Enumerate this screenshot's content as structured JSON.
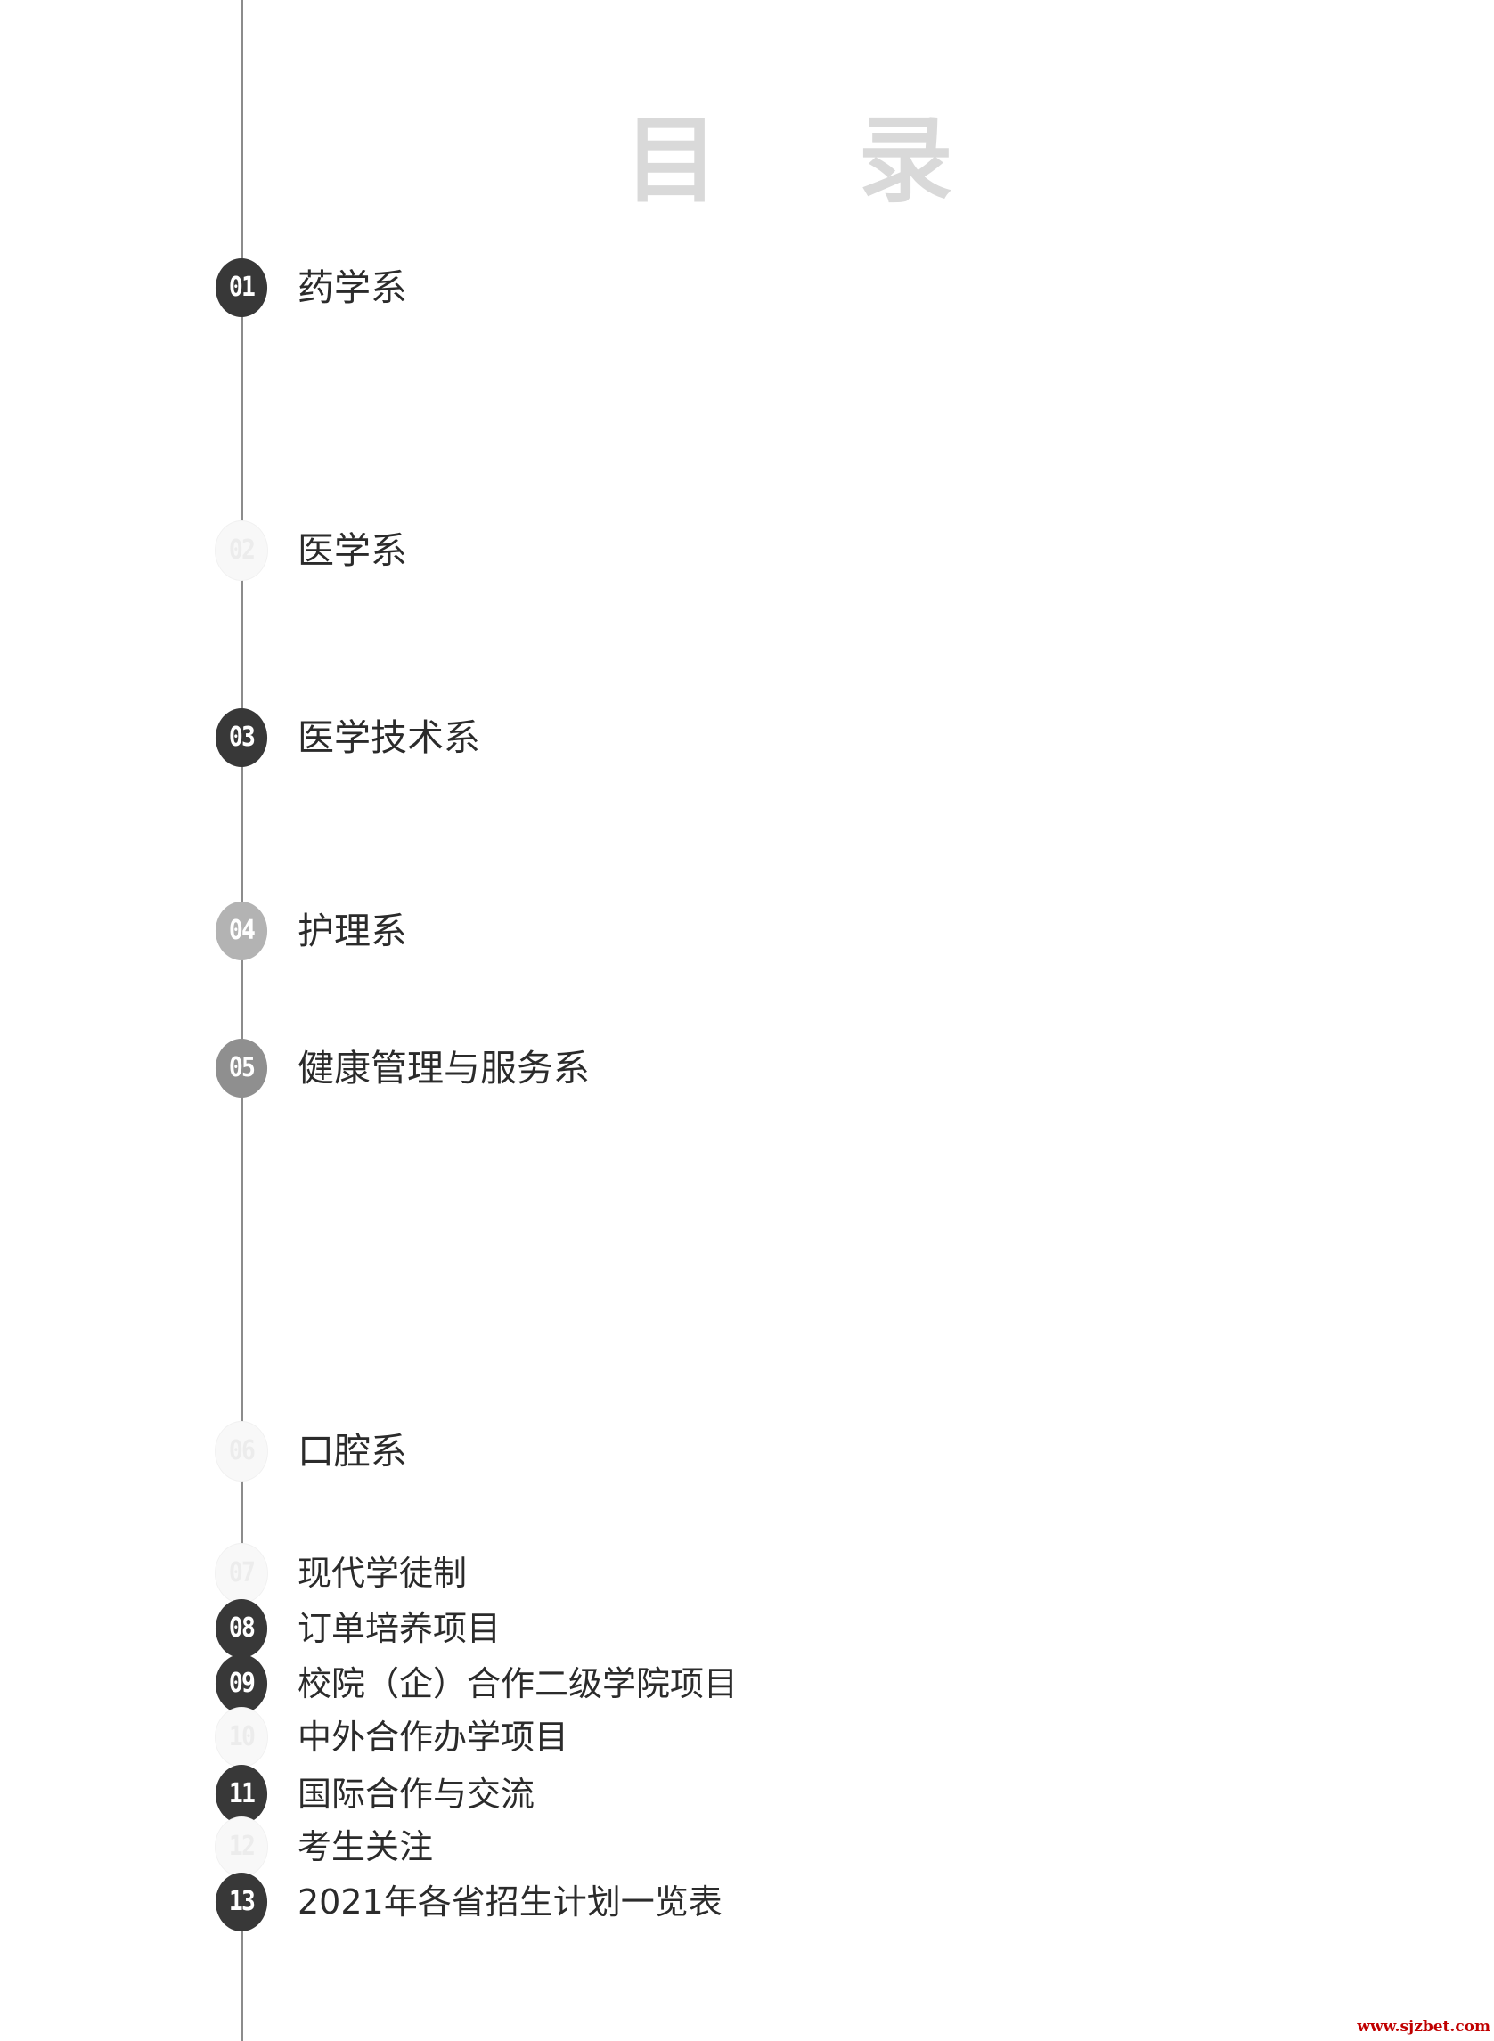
{
  "page": {
    "title": "目 录"
  },
  "entries": [
    {
      "number": "01",
      "label": "药学系"
    },
    {
      "number": "02",
      "label": "医学系"
    },
    {
      "number": "03",
      "label": "医学技术系"
    },
    {
      "number": "04",
      "label": "护理系"
    },
    {
      "number": "05",
      "label": "健康管理与服务系"
    },
    {
      "number": "06",
      "label": "口腔系"
    },
    {
      "number": "07",
      "label": "现代学徒制"
    },
    {
      "number": "08",
      "label": "订单培养项目"
    },
    {
      "number": "09",
      "label": "校院（企）合作二级学院项目"
    },
    {
      "number": "10",
      "label": "中外合作办学项目"
    },
    {
      "number": "11",
      "label": "国际合作与交流"
    },
    {
      "number": "12",
      "label": "考生关注"
    },
    {
      "number": "13",
      "label": "2021年各省招生计划一览表"
    }
  ],
  "colors": {
    "badge_dark": "#383838",
    "badge_mid": "#8f8f8f",
    "badge_light": "#b3b3b3",
    "title_gray": "#d9d9d9",
    "watermark_red": "#c00000"
  },
  "watermark": "www.sjzbet.com"
}
